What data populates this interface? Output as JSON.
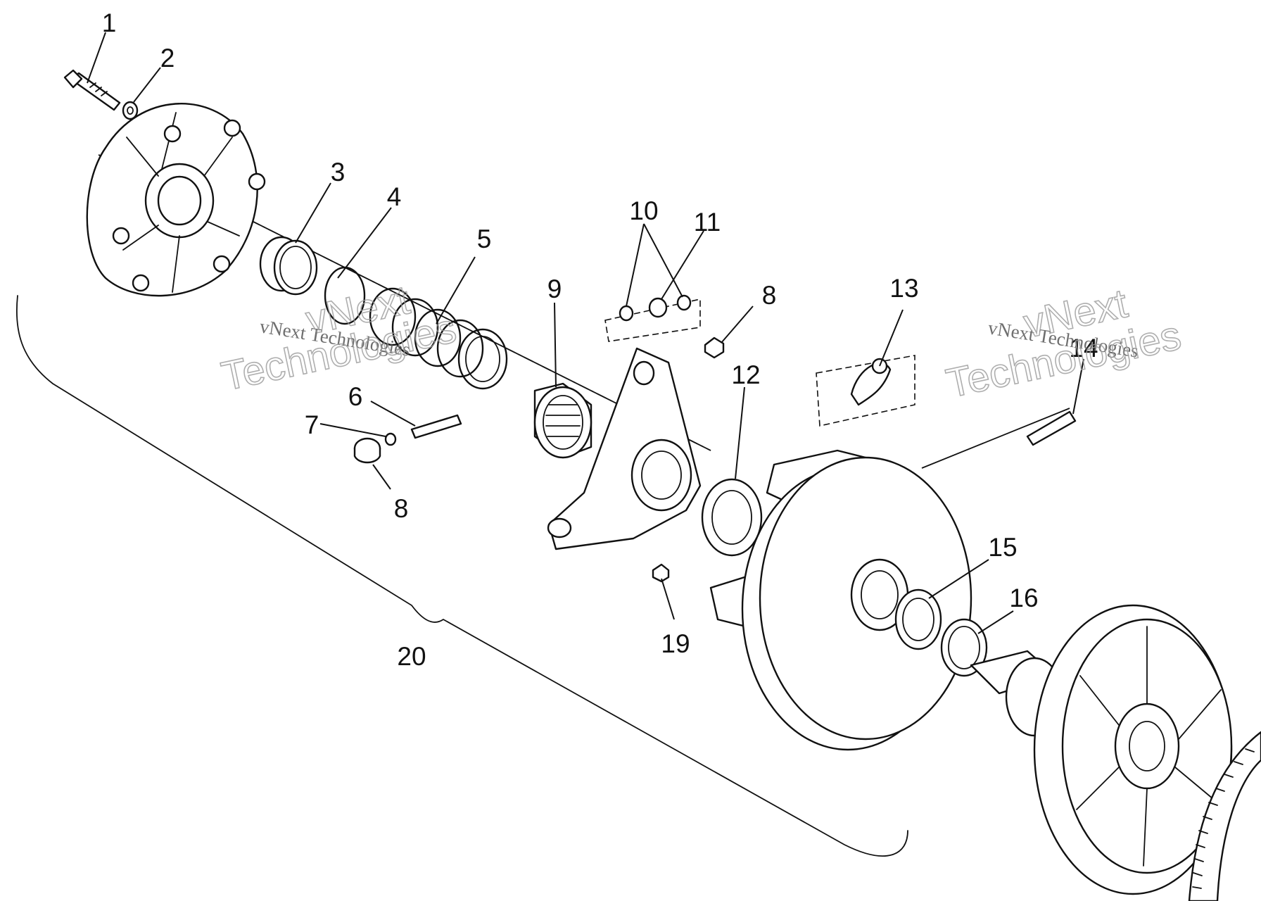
{
  "diagram": {
    "callouts": [
      {
        "id": "c1",
        "text": "1"
      },
      {
        "id": "c2",
        "text": "2"
      },
      {
        "id": "c3",
        "text": "3"
      },
      {
        "id": "c4",
        "text": "4"
      },
      {
        "id": "c5",
        "text": "5"
      },
      {
        "id": "c6",
        "text": "6"
      },
      {
        "id": "c7",
        "text": "7"
      },
      {
        "id": "c8a",
        "text": "8"
      },
      {
        "id": "c8b",
        "text": "8"
      },
      {
        "id": "c9",
        "text": "9"
      },
      {
        "id": "c10",
        "text": "10"
      },
      {
        "id": "c11",
        "text": "11"
      },
      {
        "id": "c12",
        "text": "12"
      },
      {
        "id": "c13",
        "text": "13"
      },
      {
        "id": "c14",
        "text": "14"
      },
      {
        "id": "c15",
        "text": "15"
      },
      {
        "id": "c16",
        "text": "16"
      },
      {
        "id": "c19",
        "text": "19"
      },
      {
        "id": "c20",
        "text": "20"
      }
    ],
    "watermarks": {
      "small_text": "vNext Technologies",
      "big_line1": "vNext",
      "big_line2": "Technologies"
    }
  }
}
